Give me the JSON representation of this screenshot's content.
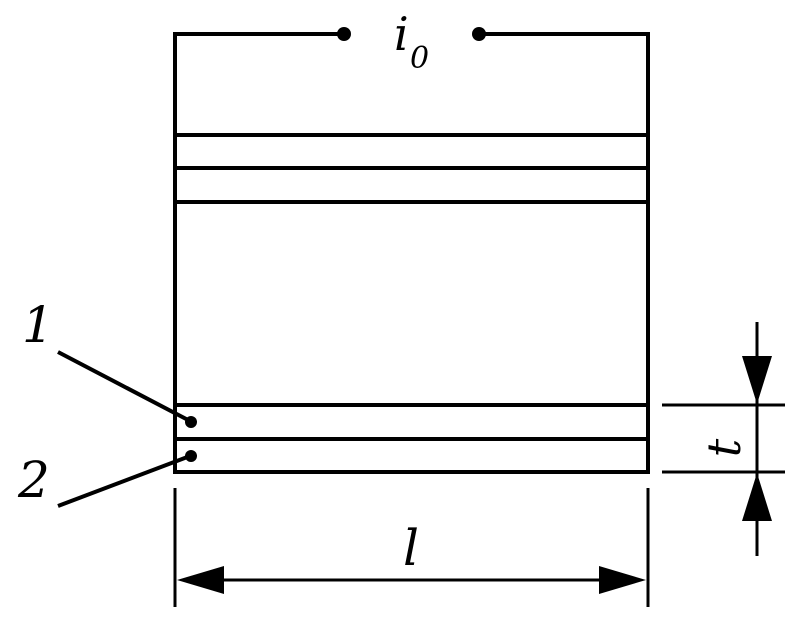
{
  "labels": {
    "current": "i",
    "current_subscript": "0",
    "layer_1": "1",
    "layer_2": "2",
    "length": "l",
    "thickness": "t"
  },
  "colors": {
    "stroke": "#000000",
    "background": "#ffffff"
  }
}
